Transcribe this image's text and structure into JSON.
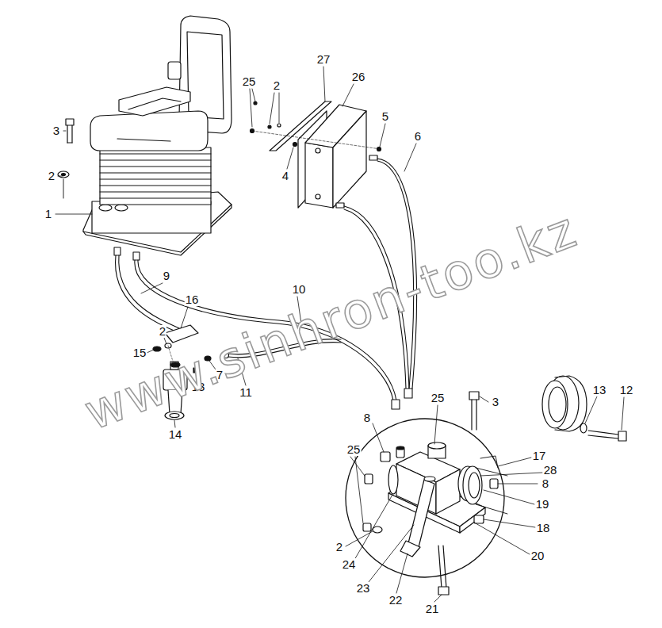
{
  "diagram": {
    "labels": [
      "27",
      "26",
      "25",
      "2",
      "3",
      "5",
      "6",
      "4",
      "2",
      "1",
      "9",
      "10",
      "16",
      "2",
      "15",
      "7",
      "13",
      "11",
      "14",
      "25",
      "3",
      "13",
      "12",
      "8",
      "25",
      "17",
      "28",
      "8",
      "19",
      "18",
      "2",
      "20",
      "24",
      "23",
      "22",
      "21",
      "www.sinhron-too.kz"
    ]
  }
}
